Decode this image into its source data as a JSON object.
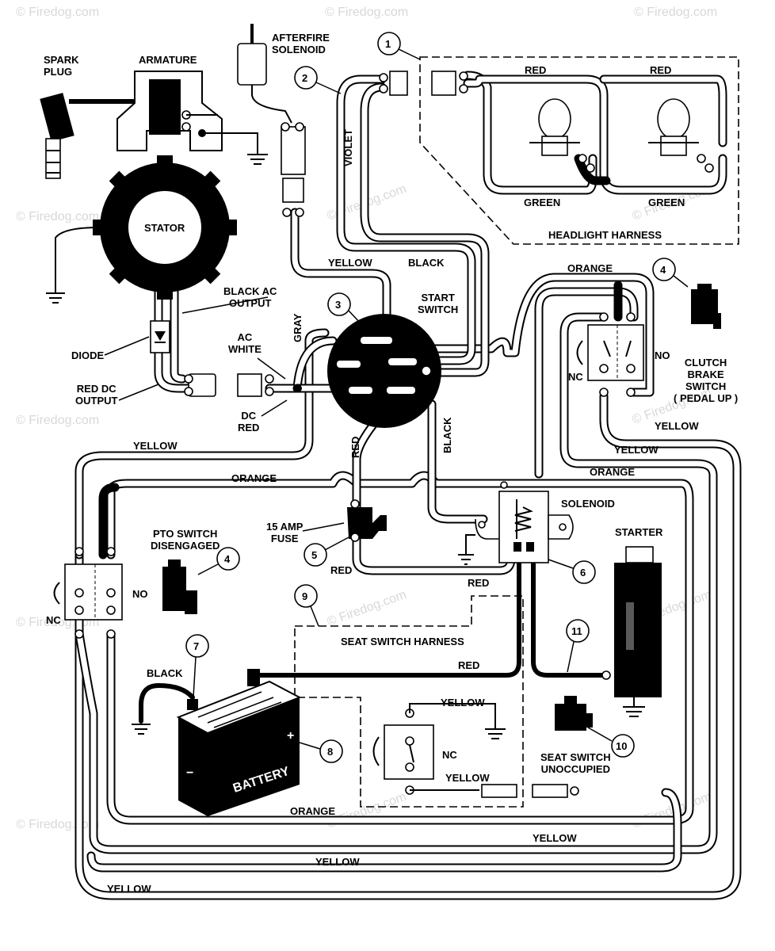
{
  "components": {
    "spark_plug": "SPARK\nPLUG",
    "armature": "ARMATURE",
    "afterfire_solenoid": "AFTERFIRE\nSOLENOID",
    "stator": "STATOR",
    "black_ac_output": "BLACK AC\nOUTPUT",
    "diode": "DIODE",
    "red_dc_output": "RED DC\nOUTPUT",
    "ac_white": "AC\nWHITE",
    "dc_red": "DC\nRED",
    "start_switch": "START\nSWITCH",
    "headlight_harness": "HEADLIGHT HARNESS",
    "clutch_brake_switch": "CLUTCH\nBRAKE\nSWITCH\n( PEDAL UP )",
    "pto_switch": "PTO SWITCH\nDISENGAGED",
    "fuse": "15 AMP\nFUSE",
    "solenoid": "SOLENOID",
    "starter": "STARTER",
    "seat_switch_harness": "SEAT SWITCH HARNESS",
    "battery": "BATTERY",
    "seat_switch": "SEAT SWITCH\nUNOCCUPIED",
    "nc": "NC",
    "no": "NO",
    "battery_plus": "+",
    "battery_minus": "−"
  },
  "wire_labels": {
    "red1": "RED",
    "red2": "RED",
    "green1": "GREEN",
    "green2": "GREEN",
    "violet": "VIOLET",
    "yellow_top": "YELLOW",
    "black_top": "BLACK",
    "gray": "GRAY",
    "orange_top": "ORANGE",
    "yellow_left": "YELLOW",
    "orange_mid": "ORANGE",
    "red_vert": "RED",
    "black_vert": "BLACK",
    "red_fuse": "RED",
    "red_sol": "RED",
    "yellow_clutch1": "YELLOW",
    "yellow_clutch2": "YELLOW",
    "orange_right": "ORANGE",
    "black_batt": "BLACK",
    "red_batt": "RED",
    "yellow_seat1": "YELLOW",
    "yellow_seat2": "YELLOW",
    "orange_bottom": "ORANGE",
    "yellow_b1": "YELLOW",
    "yellow_b2": "YELLOW",
    "yellow_b3": "YELLOW"
  },
  "callouts": [
    "1",
    "2",
    "3",
    "4",
    "4",
    "5",
    "6",
    "7",
    "8",
    "9",
    "10",
    "11"
  ],
  "watermark": "© Firedog.com"
}
